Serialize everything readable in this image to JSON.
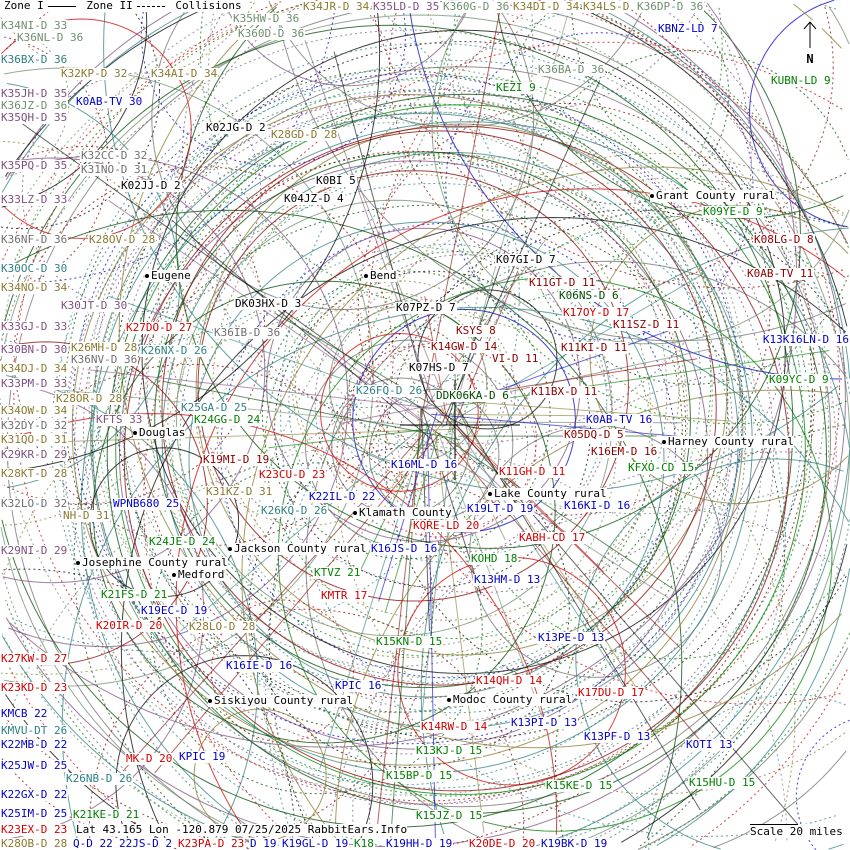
{
  "legend": {
    "zone1": "Zone I",
    "zone2": "Zone II",
    "collisions": "Collisions"
  },
  "north_label": "N",
  "scale_label": "Scale 20 miles",
  "footer": "Lat 43.165 Lon -120.879 07/25/2025 RabbitEars.Info",
  "colors": {
    "o": "#8a7a30",
    "g": "#6f8f6f",
    "b": "#0000c8",
    "r": "#d00000",
    "d": "#8a0000",
    "G": "#008000",
    "D": "#004c00",
    "t": "#308080",
    "p": "#805080",
    "k": "#000000",
    "y": "#707070"
  },
  "cities": [
    "Eugene",
    "Bend",
    "Douglas",
    "Grant County rural",
    "Harney County rural",
    "Lake County rural",
    "Klamath County",
    "Josephine County rural",
    "Jackson County rural",
    "Medford",
    "Siskiyou County rural",
    "Modoc County rural"
  ],
  "stations": [
    {
      "text": "K35HW-D 36",
      "c": "g"
    },
    {
      "text": "K34JR-D 34",
      "c": "o"
    },
    {
      "text": "K35LD-D 35",
      "c": "p"
    },
    {
      "text": "K360G-D 36",
      "c": "g"
    },
    {
      "text": "K34DI-D 34",
      "c": "o"
    },
    {
      "text": "K34LS-D",
      "c": "o"
    },
    {
      "text": "K36DP-D 36",
      "c": "g"
    },
    {
      "text": "K360D-D 36",
      "c": "g"
    },
    {
      "text": "K34NI-D 33",
      "c": "g"
    },
    {
      "text": "K36NL-D 36",
      "c": "g"
    },
    {
      "text": "K36BX-D 36",
      "c": "t"
    },
    {
      "text": "K32KP-D 32",
      "c": "o"
    },
    {
      "text": "K34AI-D 34",
      "c": "o"
    },
    {
      "text": "K35JH-D 35",
      "c": "p"
    },
    {
      "text": "K36JZ-D 36",
      "c": "g"
    },
    {
      "text": "K0AB-TV 30",
      "c": "b"
    },
    {
      "text": "K35QH-D 35",
      "c": "p"
    },
    {
      "text": "K02JG-D 2",
      "c": "k"
    },
    {
      "text": "K28GD-D 28",
      "c": "o"
    },
    {
      "text": "K32CC-D 32",
      "c": "y"
    },
    {
      "text": "K35PQ-D 35",
      "c": "p"
    },
    {
      "text": "K31NO-D 31",
      "c": "y"
    },
    {
      "text": "K02JJ-D 2",
      "c": "k"
    },
    {
      "text": "K0BI 5",
      "c": "k"
    },
    {
      "text": "K33LZ-D 33",
      "c": "p"
    },
    {
      "text": "K04JZ-D 4",
      "c": "k"
    },
    {
      "text": "KEZI 9",
      "c": "G"
    },
    {
      "text": "K36BA-D 36",
      "c": "g"
    },
    {
      "text": "KBNZ-LD 7",
      "c": "b"
    },
    {
      "text": "KUBN-LD 9",
      "c": "G"
    },
    {
      "text": "K09YE-D 9",
      "c": "G"
    },
    {
      "text": "K36NF-D 36",
      "c": "y"
    },
    {
      "text": "K28OV-D 28",
      "c": "o"
    },
    {
      "text": "K08LG-D 8",
      "c": "d"
    },
    {
      "text": "K07GI-D 7",
      "c": "k"
    },
    {
      "text": "K30OC-D 30",
      "c": "t"
    },
    {
      "text": "K0AB-TV 11",
      "c": "d"
    },
    {
      "text": "K11GT-D 11",
      "c": "d"
    },
    {
      "text": "K34NO-D 34",
      "c": "o"
    },
    {
      "text": "K30JT-D 30",
      "c": "p"
    },
    {
      "text": "K06NS-D 6",
      "c": "D"
    },
    {
      "text": "K33GJ-D 33",
      "c": "p"
    },
    {
      "text": "DK03HX-D 3",
      "c": "k"
    },
    {
      "text": "K07PZ-D 7",
      "c": "k"
    },
    {
      "text": "K17OY-D 17",
      "c": "r"
    },
    {
      "text": "K27DO-D 27",
      "c": "r"
    },
    {
      "text": "KSYS 8",
      "c": "d"
    },
    {
      "text": "K30BN-D 30",
      "c": "p"
    },
    {
      "text": "K11SZ-D 11",
      "c": "d"
    },
    {
      "text": "K26MH-D 28",
      "c": "o"
    },
    {
      "text": "K26NX-D 26",
      "c": "t"
    },
    {
      "text": "K36IB-D 36",
      "c": "y"
    },
    {
      "text": "K11KI-D 11",
      "c": "d"
    },
    {
      "text": "K13K16LN-D 16",
      "c": "b"
    },
    {
      "text": "K34DJ-D 34",
      "c": "o"
    },
    {
      "text": "K36NV-D 36",
      "c": "y"
    },
    {
      "text": "K14GW-D 14",
      "c": "d"
    },
    {
      "text": "VI-D 11",
      "c": "d"
    },
    {
      "text": "K07HS-D 7",
      "c": "k"
    },
    {
      "text": "K33PM-D 33",
      "c": "p"
    },
    {
      "text": "K09YC-D 9",
      "c": "G"
    },
    {
      "text": "K26FQ-D 26",
      "c": "t"
    },
    {
      "text": "K28OR-D 28",
      "c": "o"
    },
    {
      "text": "DDK06KA-D 6",
      "c": "D"
    },
    {
      "text": "K11BX-D 11",
      "c": "d"
    },
    {
      "text": "K25GA-D 25",
      "c": "t"
    },
    {
      "text": "K34OW-D 34",
      "c": "o"
    },
    {
      "text": "KFTS 33",
      "c": "p"
    },
    {
      "text": "K24GG-D 24",
      "c": "G"
    },
    {
      "text": "K0AB-TV 16",
      "c": "b"
    },
    {
      "text": "K32DY-D 32",
      "c": "y"
    },
    {
      "text": "K16EM-D 16",
      "c": "d"
    },
    {
      "text": "K05DQ-D 5",
      "c": "d"
    },
    {
      "text": "K31QO-D 31",
      "c": "o"
    },
    {
      "text": "K19MI-D 19",
      "c": "d"
    },
    {
      "text": "K29KR-D 29",
      "c": "p"
    },
    {
      "text": "K16ML-D 16",
      "c": "b"
    },
    {
      "text": "K11GH-D 11",
      "c": "r"
    },
    {
      "text": "KFXO-CD 15",
      "c": "G"
    },
    {
      "text": "K23CU-D 23",
      "c": "r"
    },
    {
      "text": "K28KT-D 28",
      "c": "o"
    },
    {
      "text": "K31KZ-D 31",
      "c": "o"
    },
    {
      "text": "K22IL-D 22",
      "c": "b"
    },
    {
      "text": "K16KI-D 16",
      "c": "b"
    },
    {
      "text": "WPNB680 25",
      "c": "b"
    },
    {
      "text": "K32LO-D 32",
      "c": "y"
    },
    {
      "text": "NH-D 31",
      "c": "o"
    },
    {
      "text": "K26KQ-D 26",
      "c": "t"
    },
    {
      "text": "K19LT-D 19",
      "c": "b"
    },
    {
      "text": "KQRE-LD 20",
      "c": "r"
    },
    {
      "text": "KABH-CD 17",
      "c": "r"
    },
    {
      "text": "K24JE-D 24",
      "c": "G"
    },
    {
      "text": "K16JS-D 16",
      "c": "b"
    },
    {
      "text": "KOHD 18",
      "c": "G"
    },
    {
      "text": "K29NI-D 29",
      "c": "p"
    },
    {
      "text": "KTVZ 21",
      "c": "G"
    },
    {
      "text": "K13HM-D 13",
      "c": "b"
    },
    {
      "text": "KMTR 17",
      "c": "r"
    },
    {
      "text": "K21FS-D 21",
      "c": "G"
    },
    {
      "text": "K19EC-D 19",
      "c": "b"
    },
    {
      "text": "K28LO-D 28",
      "c": "o"
    },
    {
      "text": "K15KN-D 15",
      "c": "G"
    },
    {
      "text": "K13PE-D 13",
      "c": "b"
    },
    {
      "text": "K20IR-D 20",
      "c": "r"
    },
    {
      "text": "K27KW-D 27",
      "c": "r"
    },
    {
      "text": "K16IE-D 16",
      "c": "b"
    },
    {
      "text": "K14QH-D 14",
      "c": "r"
    },
    {
      "text": "K17DU-D 17",
      "c": "r"
    },
    {
      "text": "K23KD-D 23",
      "c": "r"
    },
    {
      "text": "KPIC 16",
      "c": "b"
    },
    {
      "text": "KMCB 22",
      "c": "b"
    },
    {
      "text": "K13PI-D 13",
      "c": "b"
    },
    {
      "text": "K14RW-D 14",
      "c": "r"
    },
    {
      "text": "KMVU-DT 26",
      "c": "t"
    },
    {
      "text": "K13PF-D 13",
      "c": "b"
    },
    {
      "text": "K22MB-D 22",
      "c": "b"
    },
    {
      "text": "KOTI 13",
      "c": "b"
    },
    {
      "text": "K13KJ-D 15",
      "c": "G"
    },
    {
      "text": "KPIC 19",
      "c": "b"
    },
    {
      "text": "K25JW-D 25",
      "c": "b"
    },
    {
      "text": "K26NB-D 26",
      "c": "t"
    },
    {
      "text": "MK-D 20",
      "c": "r"
    },
    {
      "text": "K15BP-D 15",
      "c": "G"
    },
    {
      "text": "K22GX-D 22",
      "c": "b"
    },
    {
      "text": "K15KE-D 15",
      "c": "G"
    },
    {
      "text": "K15HU-D 15",
      "c": "G"
    },
    {
      "text": "K15JZ-D 15",
      "c": "G"
    },
    {
      "text": "K25IM-D 25",
      "c": "b"
    },
    {
      "text": "K21KE-D 21",
      "c": "G"
    },
    {
      "text": "K23EX-D 23",
      "c": "r"
    },
    {
      "text": "K28OB-D 28",
      "c": "o"
    },
    {
      "text": "Q-D 22",
      "c": "b"
    },
    {
      "text": "22JS-D 2",
      "c": "b"
    },
    {
      "text": "K23PA-D 23",
      "c": "r"
    },
    {
      "text": "D 19",
      "c": "b"
    },
    {
      "text": "K19GL-D 19",
      "c": "b"
    },
    {
      "text": "K18",
      "c": "G"
    },
    {
      "text": "K19HH-D 19",
      "c": "b"
    },
    {
      "text": "K20DE-D 20",
      "c": "r"
    },
    {
      "text": "K19BK-D 19",
      "c": "b"
    }
  ]
}
